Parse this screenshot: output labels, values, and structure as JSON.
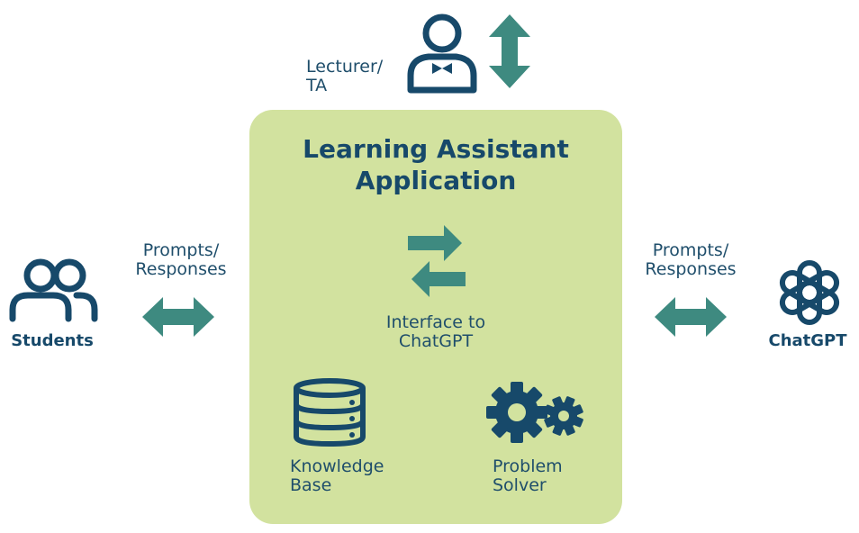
{
  "app": {
    "title_line1": "Learning Assistant",
    "title_line2": "Application"
  },
  "lecturer": {
    "line1": "Lecturer/",
    "line2": "TA"
  },
  "students": {
    "label": "Students"
  },
  "chatgpt": {
    "label": "ChatGPT"
  },
  "left_link": {
    "line1": "Prompts/",
    "line2": "Responses"
  },
  "right_link": {
    "line1": "Prompts/",
    "line2": "Responses"
  },
  "interface": {
    "line1": "Interface to",
    "line2": "ChatGPT"
  },
  "knowledge": {
    "line1": "Knowledge",
    "line2": "Base"
  },
  "solver": {
    "line1": "Problem",
    "line2": "Solver"
  },
  "colors": {
    "navy": "#17496a",
    "teal": "#3e8a80",
    "box_green": "#d2e29f"
  },
  "icons": {
    "lecturer": "lecturer-user-icon",
    "students": "students-group-icon",
    "chatgpt": "chatgpt-logo-icon",
    "interface": "swap-arrows-icon",
    "knowledge": "database-icon",
    "solver": "gears-icon"
  }
}
